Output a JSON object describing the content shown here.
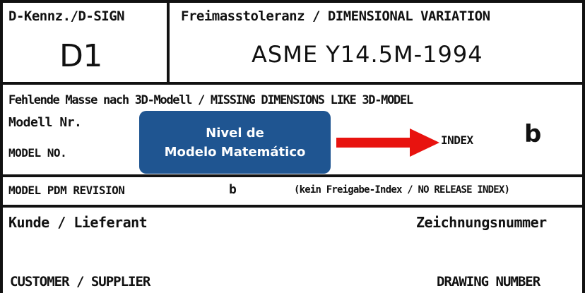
{
  "header": {
    "sign_label": "D-Kennz./D-SIGN",
    "sign_value": "D1",
    "tolerance_label": "Freimasstoleranz / DIMENSIONAL VARIATION",
    "tolerance_value": "ASME Y14.5M-1994"
  },
  "model": {
    "missing_dims": "Fehlende Masse nach 3D-Modell / MISSING DIMENSIONS LIKE 3D-MODEL",
    "model_nr_label": "Modell Nr.",
    "model_no_label": "MODEL NO.",
    "index_label": "INDEX",
    "index_value": "b"
  },
  "callout": {
    "line1": "Nivel de",
    "line2": "Modelo Matemático",
    "color": "#1f5591",
    "arrow_color": "#e8130f"
  },
  "pdm": {
    "label": "MODEL PDM REVISION",
    "value": "b",
    "note": "(kein Freigabe-Index / NO RELEASE INDEX)"
  },
  "customer": {
    "label_de": "Kunde / Lieferant",
    "label_en": "CUSTOMER / SUPPLIER",
    "drawing_de": "Zeichnungsnummer",
    "drawing_en": "DRAWING NUMBER"
  }
}
